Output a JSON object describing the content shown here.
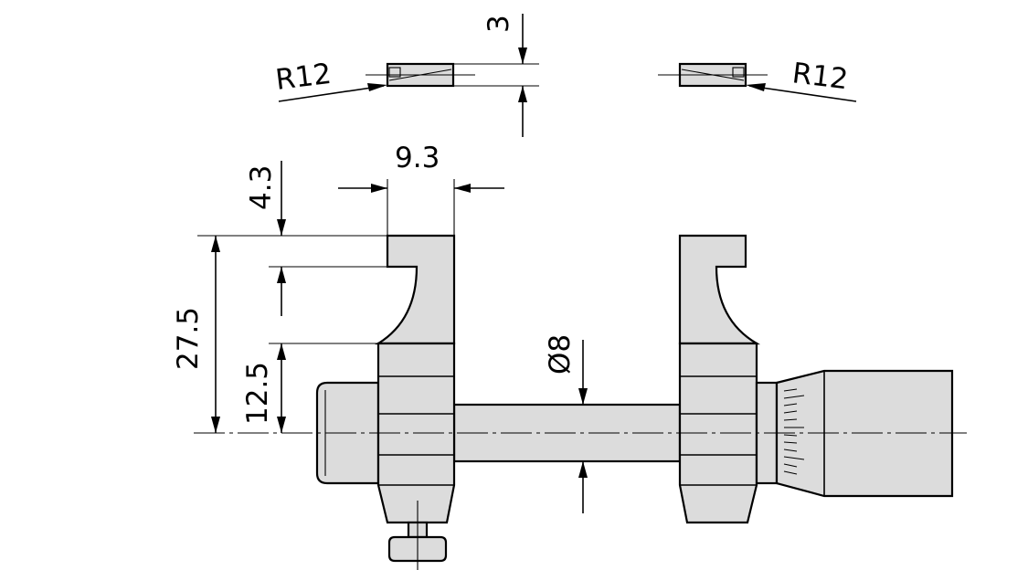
{
  "dimensions": {
    "clearance": "3",
    "radius_left": "R12",
    "radius_right": "R12",
    "jaw_width": "9.3",
    "jaw_tip": "4.3",
    "total_height": "27.5",
    "hub_height": "12.5",
    "rod_diameter": "Ø8"
  },
  "colors": {
    "part_fill": "#dcdcdc",
    "line": "#000000",
    "background": "#ffffff"
  }
}
